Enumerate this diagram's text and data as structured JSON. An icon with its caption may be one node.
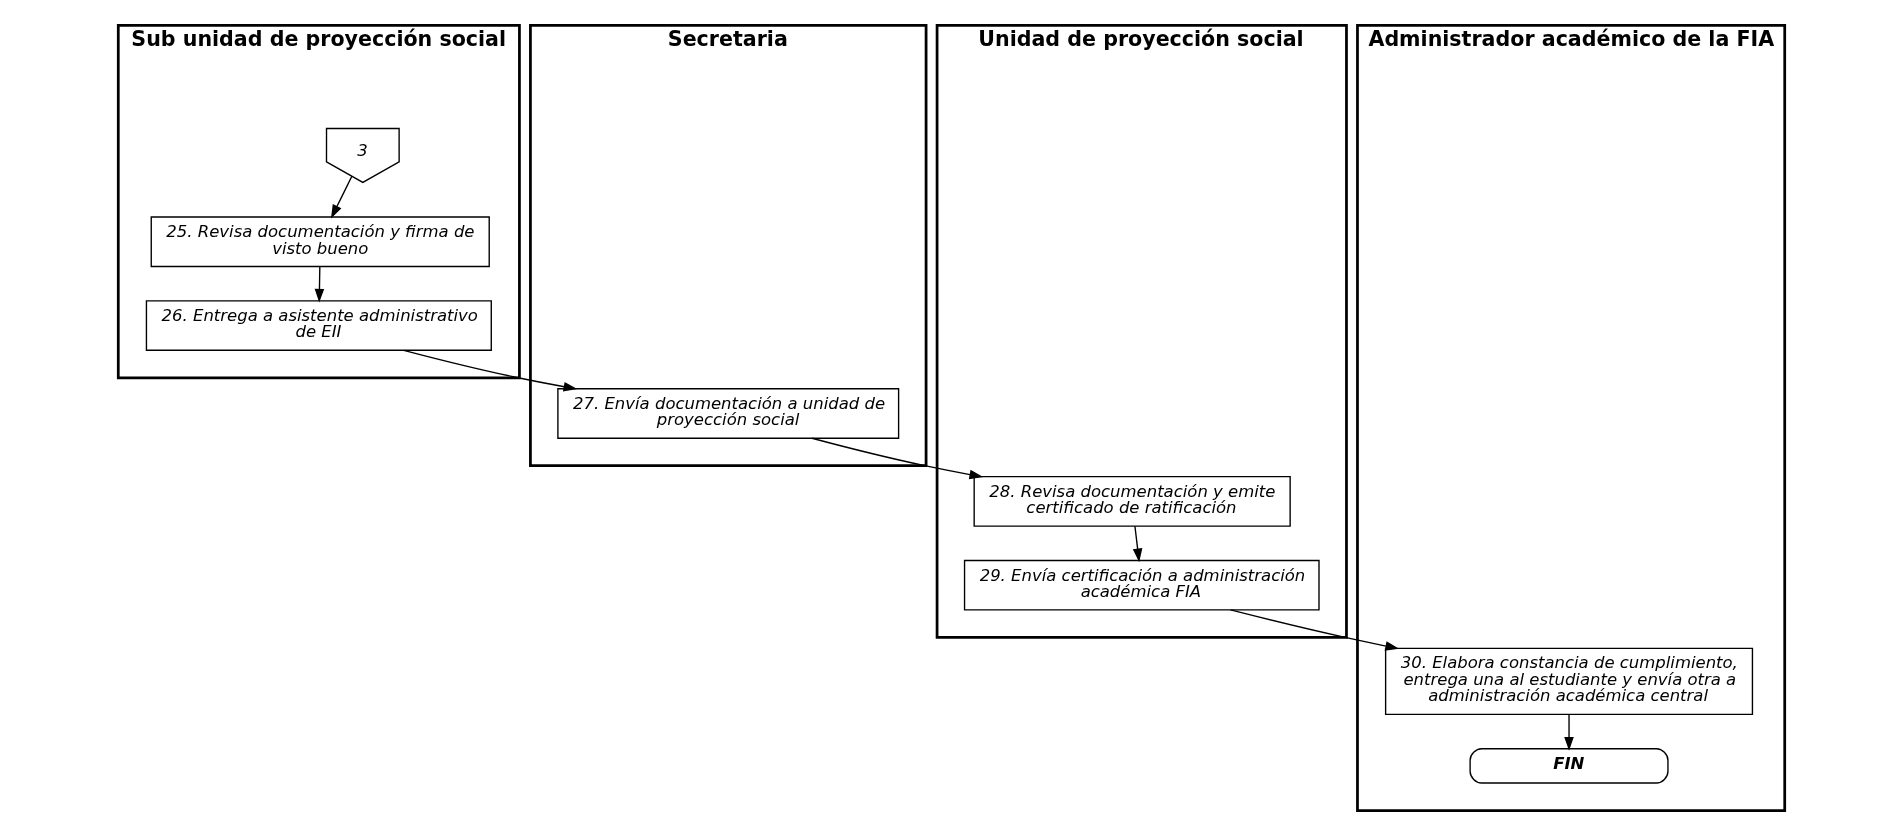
{
  "diagram": {
    "nodes": [
      {
        "text": [
          "Sub unidad de proyección social"
        ]
      },
      {
        "text": [
          "Secretaria"
        ]
      },
      {
        "text": [
          "Unidad de proyección social"
        ]
      },
      {
        "text": [
          "Administrador académico de la FIA"
        ]
      },
      {
        "text": [
          "3"
        ],
        "in": 0
      },
      {
        "text": [
          "25. Revisa documentación y firma de visto bueno"
        ],
        "in": 0
      },
      {
        "text": [
          "26. Entrega a asistente administrativo de EII"
        ],
        "in": 0
      },
      {
        "text": [
          "27. Envía documentación a unidad de proyección social"
        ],
        "in": 1
      },
      {
        "text": [
          "28. Revisa documentación y emite certificado de ratificación"
        ],
        "in": 2
      },
      {
        "text": [
          "29. Envía certificación a administración académica FIA"
        ],
        "in": 2
      },
      {
        "text": [
          "30. Elabora constancia de cumplimiento, entrega una al estudiante y envía otra a administración académica central"
        ],
        "in": 3
      },
      {
        "text": [
          "FIN"
        ],
        "in": 3
      }
    ],
    "edges": [
      {
        "from": 4,
        "to": 5,
        "arrow": "to"
      },
      {
        "from": 5,
        "to": 6,
        "arrow": "to"
      },
      {
        "from": 6,
        "to": 7,
        "arrow": "to"
      },
      {
        "from": 7,
        "to": 8,
        "arrow": "to"
      },
      {
        "from": 8,
        "to": 9,
        "arrow": "to"
      },
      {
        "from": 9,
        "to": 10,
        "arrow": "to"
      },
      {
        "from": 10,
        "to": 11,
        "arrow": "to"
      }
    ]
  }
}
